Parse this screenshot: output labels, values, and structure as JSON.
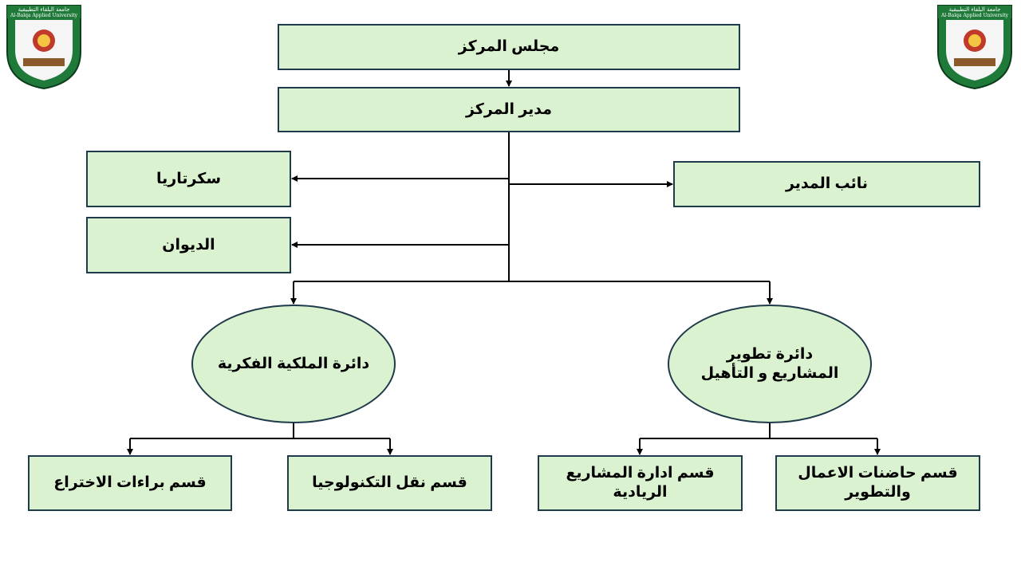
{
  "logo": {
    "arabic_text": "جامعة البلقاء التطبيقية",
    "english_text": "Al-Balqa Applied University"
  },
  "nodes": {
    "council": "مجلس المركز",
    "director": "مدير المركز",
    "secretariat": "سكرتاريا",
    "deputy": "نائب المدير",
    "diwan": "الديوان",
    "ip_department": "دائرة الملكية الفكرية",
    "projects_department": "دائرة تطوير\nالمشاريع و التأهيل",
    "patents_section": "قسم براءات الاختراع",
    "tech_transfer_section": "قسم نقل التكنولوجيا",
    "entrepreneurial_projects_section": "قسم ادارة المشاريع الريادية",
    "incubators_section": "قسم حاضنات الاعمال\nوالتطوير"
  },
  "colors": {
    "box_fill": "#daf2d0",
    "box_border": "#1f3a4a",
    "connector": "#000000"
  }
}
